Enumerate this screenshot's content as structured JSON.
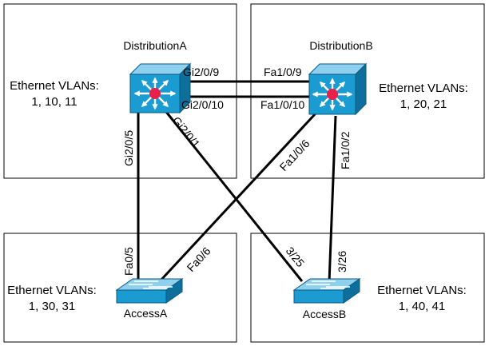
{
  "devices": {
    "distribution_a": {
      "name": "DistributionA",
      "vlans_label": "Ethernet VLANs:",
      "vlans": "1, 10, 11"
    },
    "distribution_b": {
      "name": "DistributionB",
      "vlans_label": "Ethernet VLANs:",
      "vlans": "1, 20, 21"
    },
    "access_a": {
      "name": "AccessA",
      "vlans_label": "Ethernet VLANs:",
      "vlans": "1, 30, 31"
    },
    "access_b": {
      "name": "AccessB",
      "vlans_label": "Ethernet VLANs:",
      "vlans": "1, 40, 41"
    }
  },
  "links": [
    {
      "from": "DistributionA",
      "from_port": "Gi2/0/9",
      "to": "DistributionB",
      "to_port": "Fa1/0/9"
    },
    {
      "from": "DistributionA",
      "from_port": "Gi2/0/10",
      "to": "DistributionB",
      "to_port": "Fa1/0/10"
    },
    {
      "from": "DistributionA",
      "from_port": "Gi2/0/5",
      "to": "AccessA",
      "to_port": "Fa0/5"
    },
    {
      "from": "DistributionA",
      "from_port": "Gi2/0/1",
      "to": "AccessB",
      "to_port": "3/25"
    },
    {
      "from": "DistributionB",
      "from_port": "Fa1/0/6",
      "to": "AccessA",
      "to_port": "Fa0/6"
    },
    {
      "from": "DistributionB",
      "from_port": "Fa1/0/2",
      "to": "AccessB",
      "to_port": "3/26"
    }
  ],
  "colors": {
    "switch_front": "#1a9bd2",
    "switch_top": "#8fd0ef",
    "switch_side": "#0e6f9c",
    "center_dot": "#e8204a",
    "link": "#000000",
    "area_border": "#000000"
  }
}
